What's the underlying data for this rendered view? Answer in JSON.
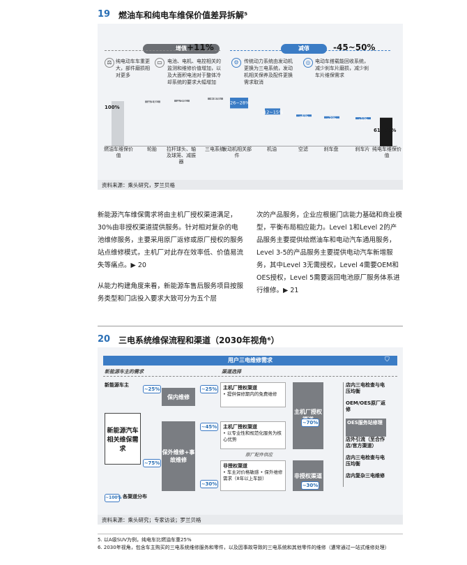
{
  "fig19": {
    "num": "19",
    "title": "燃油车和纯电车维保价值差异拆解⁵",
    "inc_label": "增值",
    "inc_value": "+11%",
    "dec_label": "减值",
    "dec_value": "-45~50%",
    "note1": "纯电动车车重更大，部件磨损相对更多",
    "note2": "电池、电机、电控相关的监测和维修价值增加，以及大面积电池对于整体冷却系统的要求大幅增加",
    "note3": "传统动力系统由发动机更换为三电系统，发动机相关保养及配件更换需求取消",
    "note4": "电动车搭载能回收系统，减少刹车片磨损，减少刹车片维保需求",
    "start_label": "100%",
    "end_label": "61~66%",
    "chart_data": {
      "type": "waterfall",
      "categories": [
        "燃油车维保价值",
        "轮胎",
        "拉杆球头、轴及球笼、减振器",
        "三电系统",
        "发动机相关部件",
        "机油",
        "空滤",
        "刹车盘",
        "刹车片",
        "纯电车维保价值"
      ],
      "values": [
        "100%",
        "+1%",
        "+2%",
        "+8%",
        "-26~28%",
        "-12~15%",
        "-4%",
        "-2%",
        "-1%",
        "61~66%"
      ]
    },
    "source": "资料来源：乘头研究，罗兰贝格"
  },
  "body": {
    "left1": "新能源汽车维保需求将由主机厂授权渠道满足，30%由非授权渠道提供服务。针对相对复杂的电池维修服务，主要采用原厂返修或原厂授权的服务站点维修模式，主机厂对此存在效率低、价值易流失等痛点。▶ 20",
    "left2": "从能力构建角度来看，新能源车售后服务项目按服务类型和门店投入要求大致可分为五个层",
    "right": "次的产品服务，企业应根据门店能力基础和商业模型，平衡布局相应能力。Level 1和Level 2的产品服务主要提供给燃油车和电动汽车通用服务，Level 3-5的产品服务主要提供电动汽车新增服务，其中Level 3无需授权，Level 4需要OEM和OES授权，Level 5需要返回电池原厂服务体系进行维修。▶ 21"
  },
  "fig20": {
    "num": "20",
    "title": "三电系统维保流程和渠道（2030年视角⁶）",
    "banner": "用户三电维修需求",
    "sec_left": "新能源车主的需求",
    "sec_right": "渠道选择",
    "owner": "新能源车主",
    "need": "新能源汽车相关维保需求",
    "p25a": "~25%",
    "p75": "~75%",
    "p25b": "~25%",
    "p45": "~45%",
    "p30a": "~30%",
    "p70": "~70%",
    "p30b": "~30%",
    "warranty": "保内维修",
    "outw": "保外维修+事故维修",
    "oem1_title": "主机厂授权渠道",
    "oem1_sub": "• 提供保修期内的免费维修",
    "oem2_title": "主机厂授权渠道",
    "oem2_sub": "• 以专业性和规范化服务为核心优势",
    "parts": "原厂配件供应",
    "non_title": "非授权渠道",
    "non_sub": "• 车主对价格敏感 • 保外维修需求（8年以上车龄）",
    "oemch": "主机厂授权渠道",
    "nonch": "非授权渠道",
    "r1": "店内三电检查与电压均衡",
    "r2": "OEM/OES原厂返修",
    "r3": "OES服务站修理",
    "r4": "店外引流（至合作店/官方渠道）",
    "r5": "店内三电检查与电压均衡",
    "r6": "店内复杂三电维修",
    "legend": "~100%",
    "legend_txt": "各渠道分布",
    "source": "资料来源：乘头研究；专家访谈；罗兰贝格"
  },
  "footnotes": {
    "f5": "5. 以A级SUV为例，纯电车比燃油车重25%",
    "f6": "6. 2030年视角，包含车主购买的三电系统维修服务和零件，以及因事故导致的三电系统和其他零件的维修（遭常通过一站式维修处理）"
  }
}
